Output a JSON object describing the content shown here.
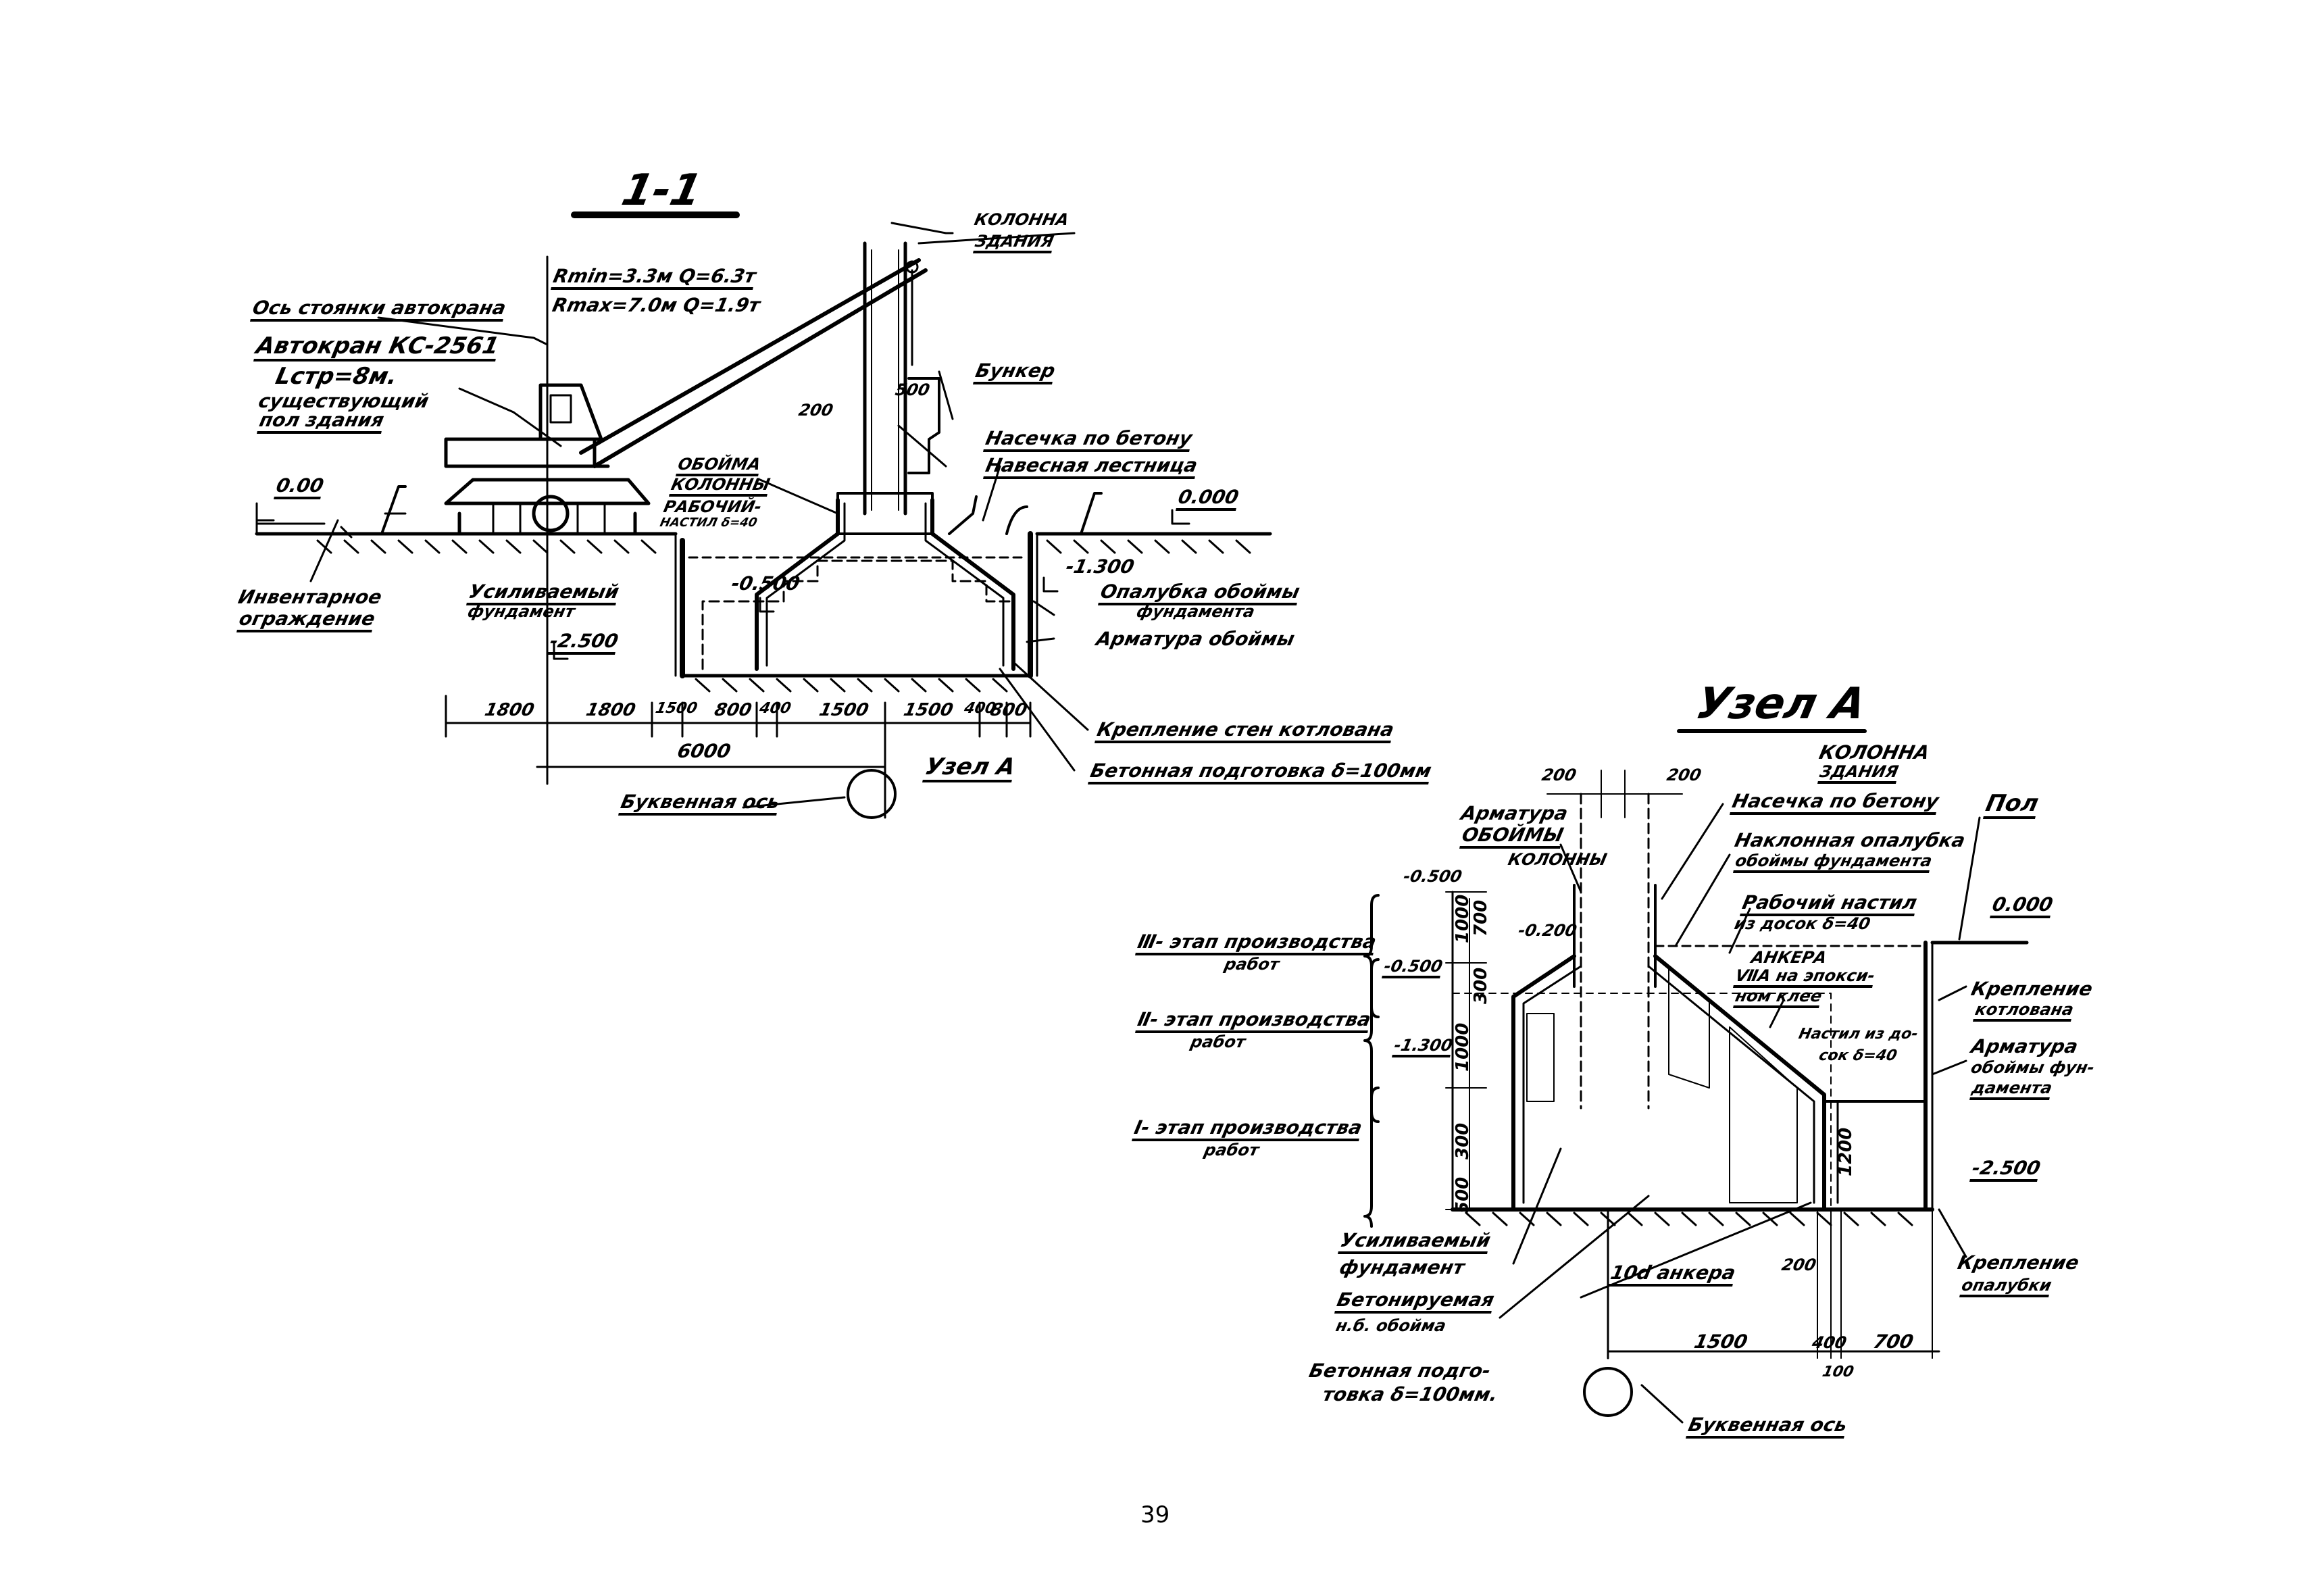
{
  "section": {
    "title": "1-1",
    "labels": {
      "column": "КОЛОННА",
      "column2": "ЗДАНИЯ",
      "rmin": "Rmin=3.3м Q=6.3т",
      "rmax": "Rmax=7.0м Q=1.9т",
      "crane_axis": "Ось стоянки автокрана",
      "crane": "Автокран КС-2561",
      "boom": "Lстр=8м.",
      "floor1": "существующий",
      "floor2": "пол здания",
      "bunker": "Бункер",
      "notch": "Насечка по бетону",
      "ladder": "Навесная лестница",
      "cage1": "ОБОЙМА",
      "cage2": "КОЛОННЫ",
      "deck1": "РАБОЧИЙ-",
      "deck2": "НАСТИЛ δ=40",
      "fence1": "Инвентарное",
      "fence2": "ограждение",
      "strong1": "Усиливаемый",
      "strong2": "фундамент",
      "formwork1": "Опалубка обоймы",
      "formwork2": "фундамента",
      "rebar": "Арматура обоймы",
      "walls": "Крепление стен котлована",
      "concrete": "Бетонная подготовка δ=100мм",
      "node": "Узел А",
      "letter_axis": "Буквенная ось",
      "lvl_000": "0.00",
      "lvl_0000": "0.000",
      "lvl_0500": "-0.500",
      "lvl_1300": "-1.300",
      "lvl_2500": "-2.500",
      "d200": "200",
      "d500": "500",
      "d6000": "6000",
      "dims": [
        "1800",
        "1800",
        "1500",
        "800",
        "400",
        "1500",
        "1500",
        "400",
        "800"
      ]
    }
  },
  "node": {
    "title": "Узел А",
    "labels": {
      "column": "КОЛОННА",
      "column2": "ЗДАНИЯ",
      "notch": "Насечка по бетону",
      "sloped1": "Наклонная опалубка",
      "sloped2": "обоймы фундамента",
      "rebar1": "Арматура",
      "rebar2": "ОБОЙМЫ",
      "rebar3": "КОЛОННЫ",
      "deck1": "Рабочий настил",
      "deck2": "из досок δ=40",
      "anchor1": "АНКЕРА",
      "anchor2": "ⅦА на эпокси-",
      "anchor3": "ном клее",
      "deck3": "Настил из до-",
      "deck4": "сок δ=40",
      "floor": "Пол",
      "pit1": "Крепление",
      "pit2": "котлована",
      "rebarf1": "Арматура",
      "rebarf2": "обоймы фун-",
      "rebarf3": "дамента",
      "stage3a": "Ⅲ- этап производства",
      "stage3b": "работ",
      "stage2a": "Ⅱ- этап производства",
      "stage2b": "работ",
      "stage1a": "Ⅰ- этап производства",
      "stage1b": "работ",
      "strong1": "Усиливаемый",
      "strong2": "фундамент",
      "conc1": "Бетонируемая",
      "conc2": "н.б. обойма",
      "prep1": "Бетонная подго-",
      "prep2": "товка δ=100мм.",
      "anchor10": "10d анкера",
      "formw1": "Крепление",
      "formw2": "опалубки",
      "letter_axis": "Буквенная ось",
      "lvl_0000": "0.000",
      "lvl_0500": "-0.500",
      "lvl_0200": "-0.200",
      "lvl_0500b": "-0.500",
      "lvl_1300": "-1.300",
      "lvl_2500": "-2.500",
      "d200a": "200",
      "d200b": "200",
      "d200c": "200",
      "d1000": "1000",
      "d700": "700",
      "d300": "300",
      "d1000b": "1000",
      "d1200": "1200",
      "d300b": "300",
      "d500": "500",
      "d1500": "1500",
      "d400": "400",
      "d700b": "700",
      "d100": "100"
    }
  },
  "page_number": "39"
}
